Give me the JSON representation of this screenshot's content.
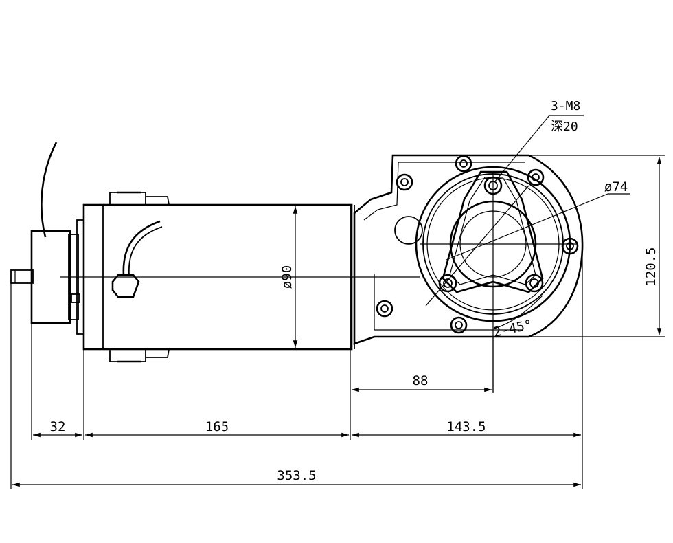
{
  "drawing": {
    "dimensions": {
      "overall_length": "353.5",
      "encoder_length": "32",
      "motor_length": "165",
      "gearbox_length": "143.5",
      "output_offset": "88",
      "motor_diameter": "ø90",
      "gearbox_height": "120.5",
      "pitch_circle_diameter": "ø74",
      "chamfer": "2-45°"
    },
    "notes": {
      "thread_spec": "3-M8",
      "thread_depth": "深20"
    }
  }
}
